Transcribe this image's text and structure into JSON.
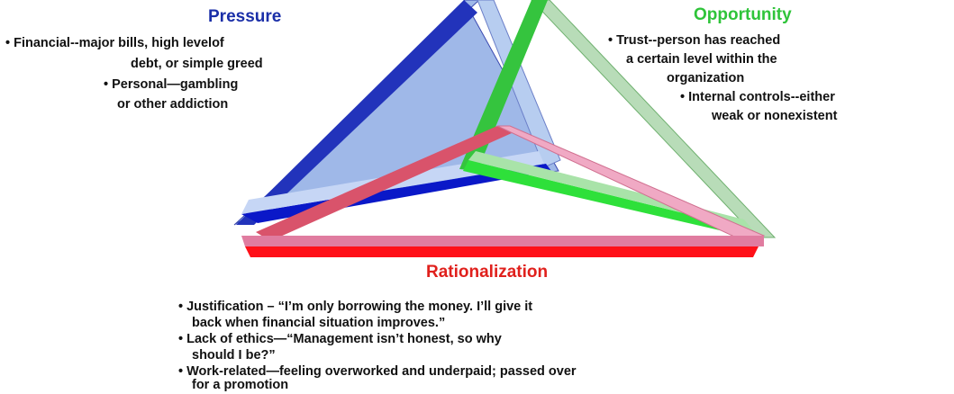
{
  "pressure": {
    "title": "Pressure",
    "color": "#1b2fa8",
    "lines": [
      "• Financial--major bills, high levelof",
      "debt, or simple greed",
      "• Personal—gambling",
      "or other addiction"
    ]
  },
  "opportunity": {
    "title": "Opportunity",
    "color": "#2fc43a",
    "lines": [
      "• Trust--person has reached",
      "a certain level within the",
      "organization",
      "• Internal controls--either",
      "weak or nonexistent"
    ]
  },
  "rationalization": {
    "title": "Rationalization",
    "color": "#e0201c",
    "lines": [
      "• Justification – “I’m only borrowing the money. I’ll give it",
      "back  when financial situation improves.”",
      "• Lack of ethics—“Management isn’t honest, so why",
      "should I be?”",
      "• Work-related—feeling overworked and underpaid; passed over",
      "for a promotion"
    ]
  }
}
